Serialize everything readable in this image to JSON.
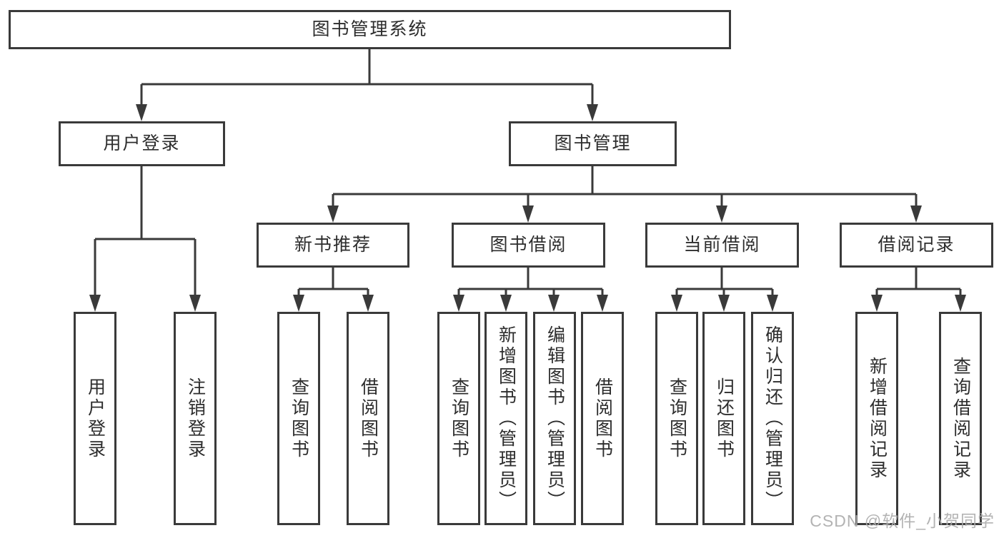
{
  "diagram": {
    "root": {
      "label": "图书管理系统"
    },
    "level2": [
      {
        "label": "用户登录"
      },
      {
        "label": "图书管理"
      }
    ],
    "level3": [
      {
        "label": "新书推荐"
      },
      {
        "label": "图书借阅"
      },
      {
        "label": "当前借阅"
      },
      {
        "label": "借阅记录"
      }
    ],
    "leaves": {
      "user_login": [
        {
          "label": "用户登录"
        },
        {
          "label": "注销登录"
        }
      ],
      "new_book_recommend": [
        {
          "label": "查询图书"
        },
        {
          "label": "借阅图书"
        }
      ],
      "book_borrow": [
        {
          "label": "查询图书"
        },
        {
          "label": "新增图书（管理员）"
        },
        {
          "label": "编辑图书（管理员）"
        },
        {
          "label": "借阅图书"
        }
      ],
      "current_borrow": [
        {
          "label": "查询图书"
        },
        {
          "label": "归还图书"
        },
        {
          "label": "确认归还（管理员）"
        }
      ],
      "borrow_records": [
        {
          "label": "新增借阅记录"
        },
        {
          "label": "查询借阅记录"
        }
      ]
    }
  },
  "watermark": {
    "text": "CSDN @软件_小贺同学"
  },
  "colors": {
    "line": "#3a3a3a",
    "text": "#2d2d2d",
    "watermark": "#acacac",
    "background": "#ffffff"
  }
}
